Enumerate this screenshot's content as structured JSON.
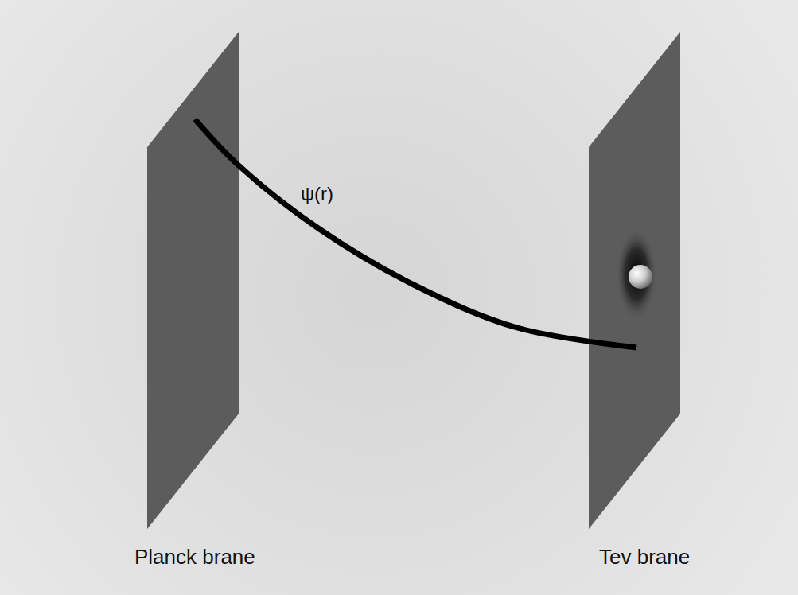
{
  "diagram": {
    "nodes": [
      {
        "text": [
          "Planck brane"
        ]
      },
      {
        "text": [
          "Tev brane"
        ]
      }
    ],
    "edges": [
      {
        "from": 0,
        "to": 1,
        "arrow": "none",
        "label": "ψ(r)"
      }
    ]
  }
}
